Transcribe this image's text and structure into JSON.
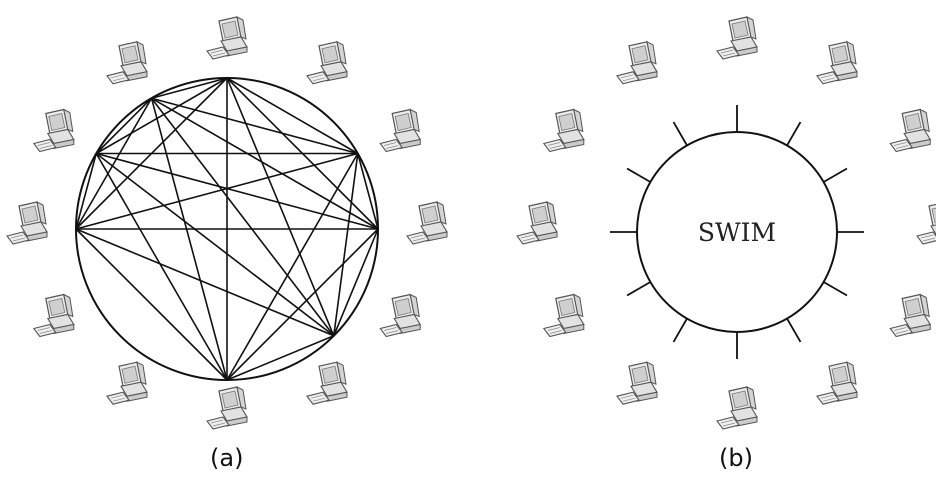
{
  "panels": [
    {
      "id": "a",
      "caption": "(a)",
      "center_label": "",
      "computer_count": 12,
      "topology": "full-mesh"
    },
    {
      "id": "b",
      "caption": "(b)",
      "center_label": "SWIM",
      "computer_count": 12,
      "topology": "shared-medium"
    }
  ],
  "icons": {
    "computer": "desktop-computer-icon"
  },
  "colors": {
    "line": "#111111",
    "icon_stroke": "#555555",
    "icon_fill": "#e8e8e8",
    "background": "#ffffff"
  }
}
